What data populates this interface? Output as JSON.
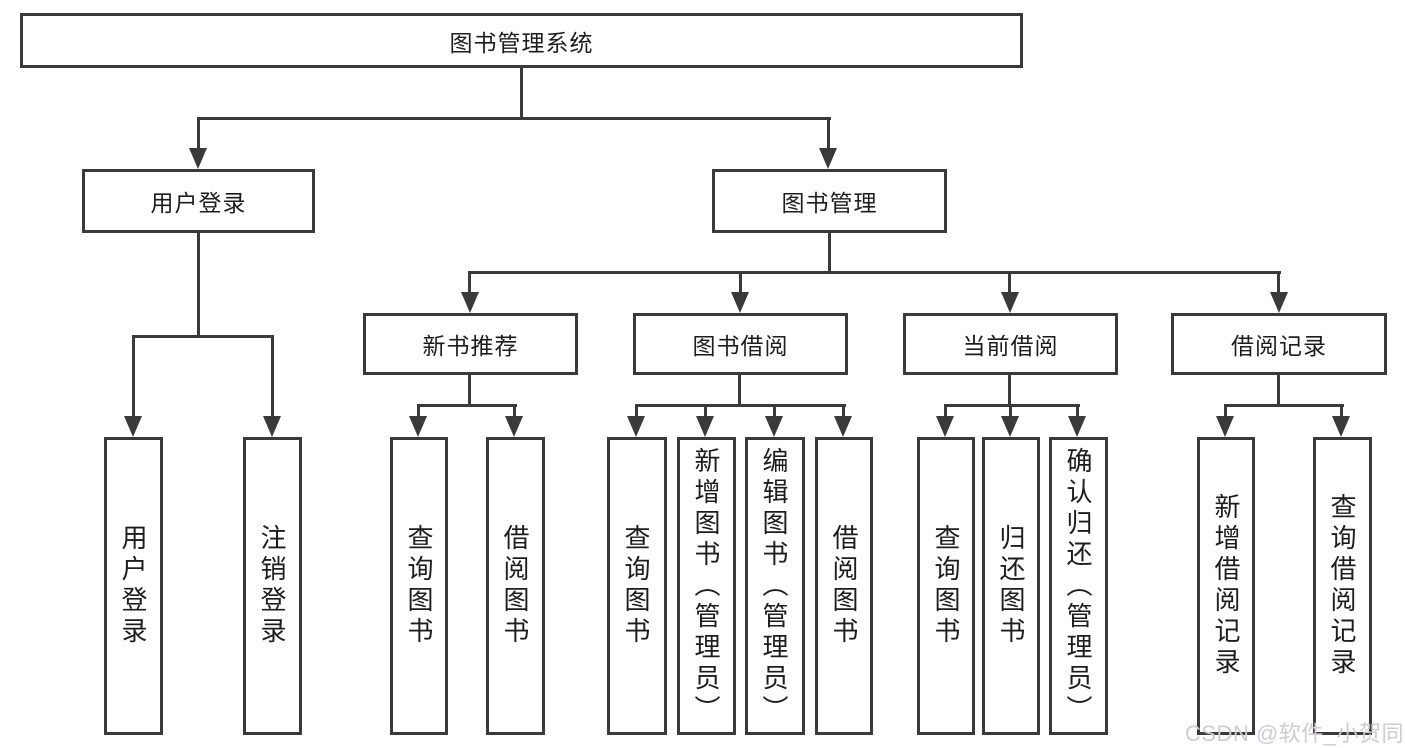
{
  "diagram_type": "hierarchy-diagram",
  "tree": {
    "root": "图书管理系统",
    "children": [
      {
        "label": "用户登录",
        "children": [
          {
            "label": "用户登录"
          },
          {
            "label": "注销登录"
          }
        ]
      },
      {
        "label": "图书管理",
        "children": [
          {
            "label": "新书推荐",
            "children": [
              {
                "label": "查询图书"
              },
              {
                "label": "借阅图书"
              }
            ]
          },
          {
            "label": "图书借阅",
            "children": [
              {
                "label": "查询图书"
              },
              {
                "label": "新增图书（管理员）"
              },
              {
                "label": "编辑图书（管理员）"
              },
              {
                "label": "借阅图书"
              }
            ]
          },
          {
            "label": "当前借阅",
            "children": [
              {
                "label": "查询图书"
              },
              {
                "label": "归还图书"
              },
              {
                "label": "确认归还（管理员）"
              }
            ]
          },
          {
            "label": "借阅记录",
            "children": [
              {
                "label": "新增借阅记录"
              },
              {
                "label": "查询借阅记录"
              }
            ]
          }
        ]
      }
    ]
  },
  "watermark": {
    "text": "CSDN @软件_小贺同学"
  },
  "colors": {
    "line": "#3a3a3a",
    "text": "#1d1d1d",
    "watermark": "#cfcbd1",
    "background": "#ffffff"
  }
}
